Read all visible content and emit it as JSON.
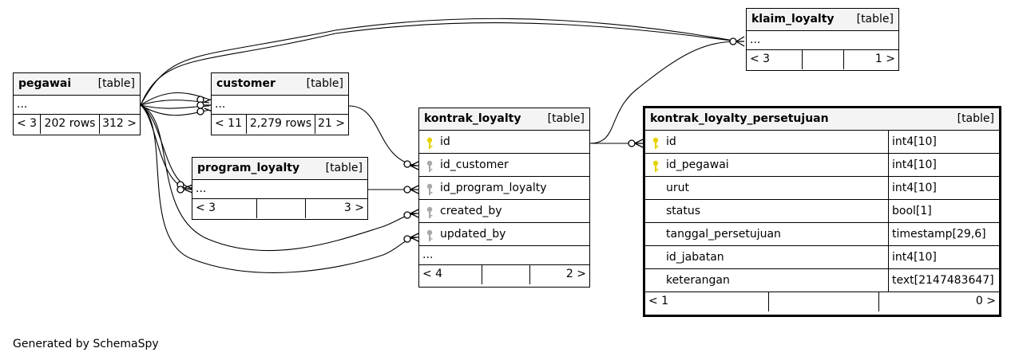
{
  "tables": {
    "pegawai": {
      "name": "pegawai",
      "type": "[table]",
      "ellipsis": "...",
      "footer": {
        "left": "< 3",
        "mid": "202 rows",
        "right": "312 >"
      }
    },
    "customer": {
      "name": "customer",
      "type": "[table]",
      "ellipsis": "...",
      "footer": {
        "left": "< 11",
        "mid": "2,279 rows",
        "right": "21 >"
      }
    },
    "program_loyalty": {
      "name": "program_loyalty",
      "type": "[table]",
      "ellipsis": "...",
      "footer": {
        "left": "< 3",
        "mid": "",
        "right": "3 >"
      }
    },
    "klaim_loyalty": {
      "name": "klaim_loyalty",
      "type": "[table]",
      "ellipsis": "...",
      "footer": {
        "left": "< 3",
        "mid": "",
        "right": "1 >"
      }
    },
    "kontrak_loyalty": {
      "name": "kontrak_loyalty",
      "type": "[table]",
      "columns": [
        {
          "name": "id",
          "key": "primary"
        },
        {
          "name": "id_customer",
          "key": "foreign"
        },
        {
          "name": "id_program_loyalty",
          "key": "foreign"
        },
        {
          "name": "created_by",
          "key": "foreign"
        },
        {
          "name": "updated_by",
          "key": "foreign"
        }
      ],
      "ellipsis": "...",
      "footer": {
        "left": "< 4",
        "mid": "",
        "right": "2 >"
      }
    },
    "kontrak_loyalty_persetujuan": {
      "name": "kontrak_loyalty_persetujuan",
      "type": "[table]",
      "columns": [
        {
          "name": "id",
          "datatype": "int4[10]",
          "key": "primary"
        },
        {
          "name": "id_pegawai",
          "datatype": "int4[10]",
          "key": "primary"
        },
        {
          "name": "urut",
          "datatype": "int4[10]",
          "key": "none"
        },
        {
          "name": "status",
          "datatype": "bool[1]",
          "key": "none"
        },
        {
          "name": "tanggal_persetujuan",
          "datatype": "timestamp[29,6]",
          "key": "none"
        },
        {
          "name": "id_jabatan",
          "datatype": "int4[10]",
          "key": "none"
        },
        {
          "name": "keterangan",
          "datatype": "text[2147483647]",
          "key": "none"
        }
      ],
      "footer": {
        "left": "< 1",
        "mid": "",
        "right": "0 >"
      }
    }
  },
  "colors": {
    "primary_key": "#e6d200",
    "foreign_key": "#a8a8a8",
    "header_bg": "#f4f4f4",
    "line": "#000000"
  },
  "credit": "Generated by SchemaSpy"
}
